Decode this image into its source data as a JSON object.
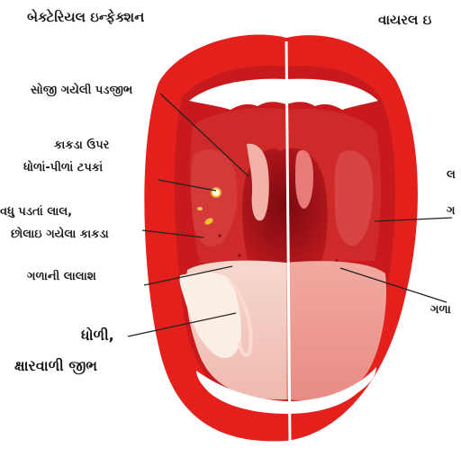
{
  "headers": {
    "left": "બેક્ટેરિયલ ઇન્ફેક્શન",
    "right": "વાયરલ ઇ"
  },
  "labels": {
    "swollen_uvula": "સોજી ગયેલી પડજીભ",
    "spots_line1": "કાકડા ઉપર",
    "spots_line2": "ધોળાં-પીળાં ટપકાં",
    "tonsils_line1": "વધુ પડતાં લાલ,",
    "tonsils_line2": "છોલાઇ ગયેલા કાકડા",
    "throat_redness": "ગળાની લાલાશ",
    "tongue_line1": "ધોળી,",
    "tongue_line2": "ક્ષારવાળી જીભ",
    "right_top_line1": "લ",
    "right_top_line2": "ગ",
    "right_bottom": "ગળા"
  },
  "colors": {
    "lip": "#e3201b",
    "lip_dark": "#b0100e",
    "mouth_inside": "#c81a1c",
    "throat": "#8e0d12",
    "tongue": "#f4c9bf",
    "white_coat": "#fbeee4",
    "divider": "#ffffff"
  }
}
